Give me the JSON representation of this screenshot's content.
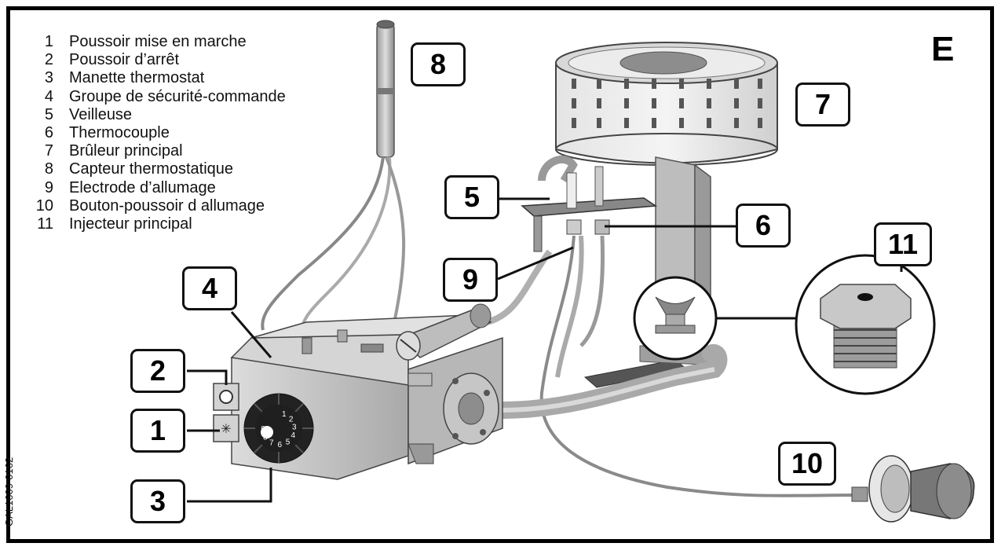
{
  "panel_letter": "E",
  "figure_code": "GAL1609-0162",
  "legend": [
    {
      "num": "1",
      "label": "Poussoir mise en marche"
    },
    {
      "num": "2",
      "label": "Poussoir d’arrêt"
    },
    {
      "num": "3",
      "label": "Manette thermostat"
    },
    {
      "num": "4",
      "label": "Groupe de sécurité-commande"
    },
    {
      "num": "5",
      "label": "Veilleuse"
    },
    {
      "num": "6",
      "label": "Thermocouple"
    },
    {
      "num": "7",
      "label": "Brûleur principal"
    },
    {
      "num": "8",
      "label": "Capteur thermostatique"
    },
    {
      "num": "9",
      "label": "Electrode d’allumage"
    },
    {
      "num": "10",
      "label": "Bouton-poussoir d allumage"
    },
    {
      "num": "11",
      "label": "Injecteur principal"
    }
  ],
  "callouts": {
    "c1": "1",
    "c2": "2",
    "c3": "3",
    "c4": "4",
    "c5": "5",
    "c6": "6",
    "c7": "7",
    "c8": "8",
    "c9": "9",
    "c10": "10",
    "c11": "11"
  },
  "knob_marks": [
    "1",
    "2",
    "3",
    "4",
    "5",
    "6",
    "7",
    "8",
    "9"
  ]
}
